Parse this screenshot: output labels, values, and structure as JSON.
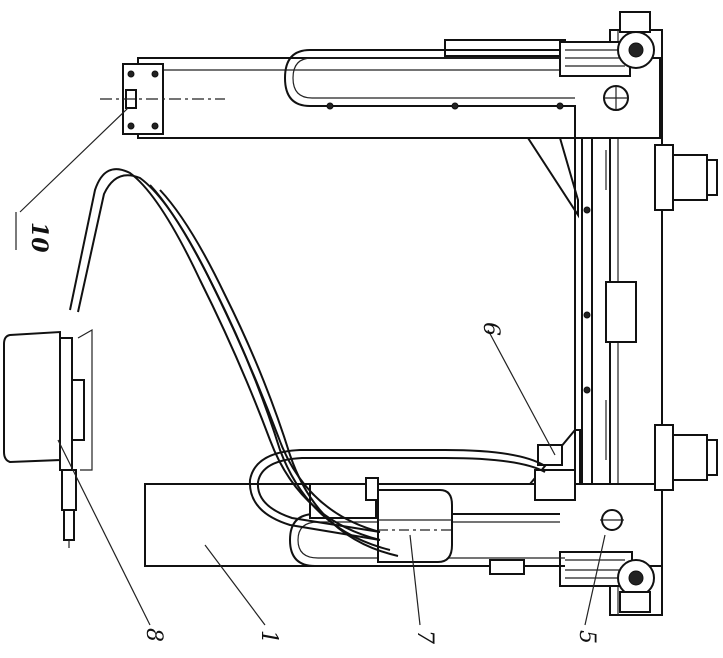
{
  "labels": {
    "l10": "10",
    "l6": "6",
    "l8": "8",
    "l1": "1",
    "l7": "7",
    "l5": "5"
  },
  "colors": {
    "line": "#111111",
    "background": "#ffffff"
  }
}
